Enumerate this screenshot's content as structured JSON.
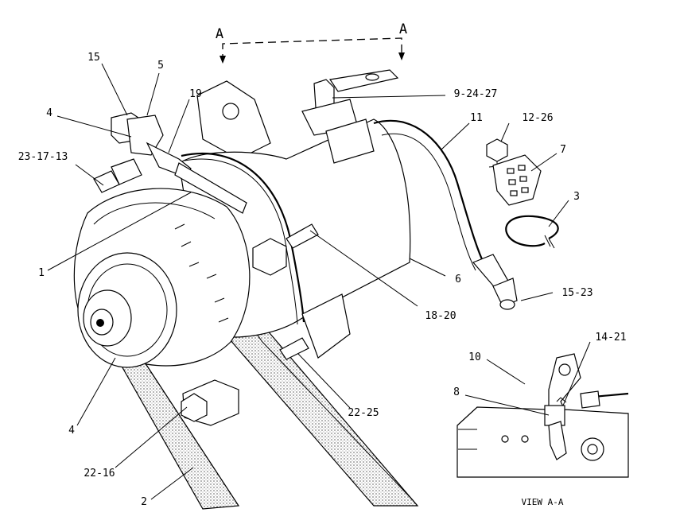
{
  "callouts": [
    {
      "id": "c15",
      "text": "15"
    },
    {
      "id": "c5",
      "text": "5"
    },
    {
      "id": "c4a",
      "text": "4"
    },
    {
      "id": "c19",
      "text": "19"
    },
    {
      "id": "c23-17-13",
      "text": "23-17-13"
    },
    {
      "id": "c9-24-27",
      "text": "9-24-27"
    },
    {
      "id": "c11",
      "text": "11"
    },
    {
      "id": "c12-26",
      "text": "12-26"
    },
    {
      "id": "c7",
      "text": "7"
    },
    {
      "id": "c3",
      "text": "3"
    },
    {
      "id": "c1",
      "text": "1"
    },
    {
      "id": "c6",
      "text": "6"
    },
    {
      "id": "c15-23",
      "text": "15-23"
    },
    {
      "id": "c18-20",
      "text": "18-20"
    },
    {
      "id": "c10",
      "text": "10"
    },
    {
      "id": "c14-21",
      "text": "14-21"
    },
    {
      "id": "c8",
      "text": "8"
    },
    {
      "id": "c22-25",
      "text": "22-25"
    },
    {
      "id": "c4b",
      "text": "4"
    },
    {
      "id": "c22-16",
      "text": "22-16"
    },
    {
      "id": "c2",
      "text": "2"
    }
  ],
  "section_markers": {
    "left": "A",
    "right": "A"
  },
  "view_caption": "VIEW A-A"
}
